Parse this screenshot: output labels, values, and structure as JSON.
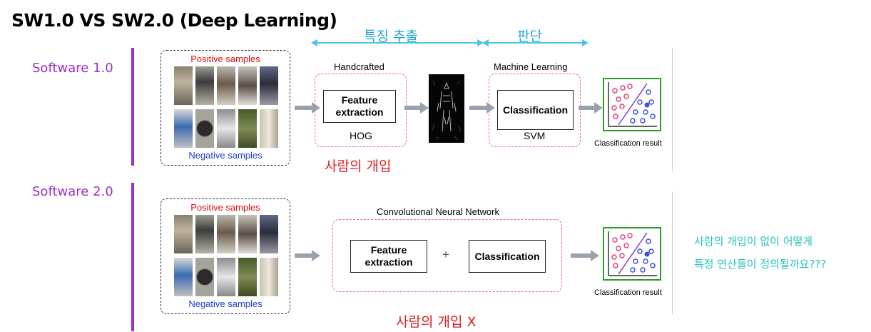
{
  "title": "SW1.0 VS SW2.0 (Deep Learning)",
  "phases": {
    "feature_extraction": "특징 추출",
    "judgement": "판단"
  },
  "sw1": {
    "label": "Software 1.0",
    "positive": "Positive samples",
    "negative": "Negative samples",
    "handcrafted": "Handcrafted",
    "feature_box": "Feature extraction",
    "hog": "HOG",
    "ml": "Machine Learning",
    "classification": "Classification",
    "svm": "SVM",
    "result": "Classification result",
    "human": "사람의 개입"
  },
  "sw2": {
    "label": "Software 2.0",
    "positive": "Positive samples",
    "negative": "Negative samples",
    "cnn": "Convolutional Neural Network",
    "feature_box": "Feature extraction",
    "plus": "+",
    "classification": "Classification",
    "result": "Classification result",
    "human": "사람의 개입 X",
    "question_line1": "사람의 개입이 없이 어떻게",
    "question_line2": "특정 연산들이 정의될까요???"
  },
  "colors": {
    "purple": "#9b30c8",
    "cyan": "#1fa5d8",
    "red": "#e02020",
    "teal": "#22c4b4",
    "green_border": "#2a9d2a"
  }
}
